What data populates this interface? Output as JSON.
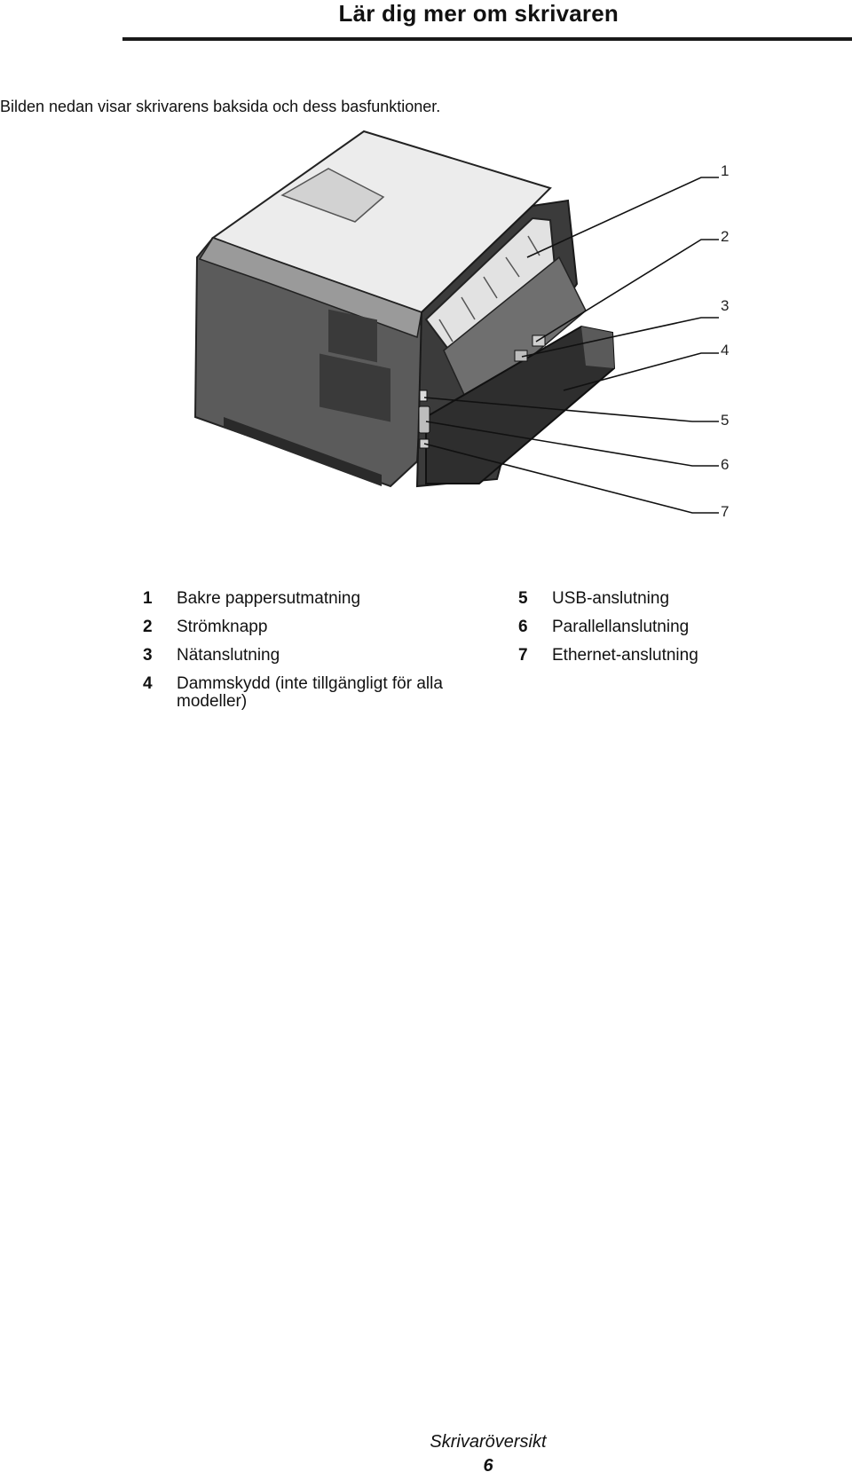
{
  "header": {
    "title": "Lär dig mer om skrivaren"
  },
  "intro": "Bilden nedan visar skrivarens baksida och dess basfunktioner.",
  "figure": {
    "callouts": [
      "1",
      "2",
      "3",
      "4",
      "5",
      "6",
      "7"
    ]
  },
  "legend": {
    "left": [
      {
        "num": "1",
        "text": "Bakre pappersutmatning"
      },
      {
        "num": "2",
        "text": "Strömknapp"
      },
      {
        "num": "3",
        "text": "Nätanslutning"
      },
      {
        "num": "4",
        "text": "Dammskydd (inte tillgängligt för alla modeller)"
      }
    ],
    "right": [
      {
        "num": "5",
        "text": "USB-anslutning"
      },
      {
        "num": "6",
        "text": "Parallellanslutning"
      },
      {
        "num": "7",
        "text": "Ethernet-anslutning"
      }
    ]
  },
  "footer": {
    "section": "Skrivaröversikt",
    "page": "6"
  }
}
